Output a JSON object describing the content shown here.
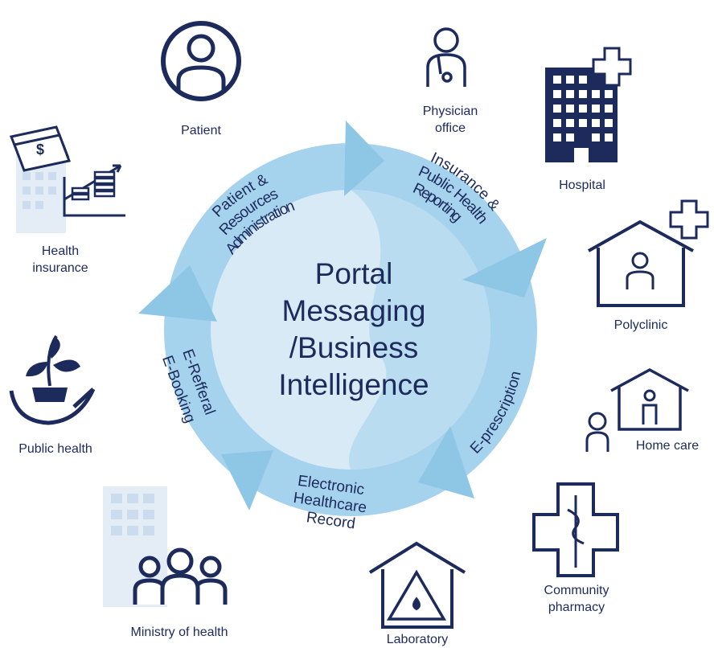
{
  "center": {
    "line1": "Portal",
    "line2": "Messaging",
    "line3": "/Business",
    "line4": "Intelligence"
  },
  "ring_segments": {
    "seg1": [
      "Patient &",
      "Resources",
      "Administration"
    ],
    "seg2": [
      "Insurance &",
      "Public Health",
      "Reporting"
    ],
    "seg3": [
      "E-prescription"
    ],
    "seg4": [
      "Electronic",
      "Healthcare",
      "Record"
    ],
    "seg5": [
      "E-Refferal",
      "E-Booking"
    ]
  },
  "stakeholders": {
    "patient": "Patient",
    "physician": [
      "Physician",
      "office"
    ],
    "hospital": "Hospital",
    "polyclinic": "Polyclinic",
    "home_care": "Home care",
    "pharmacy": [
      "Community",
      "pharmacy"
    ],
    "laboratory": "Laboratory",
    "ministry": "Ministry of health",
    "public_health": "Public health",
    "insurance": [
      "Health",
      "insurance"
    ]
  },
  "icons": [
    "person-icon",
    "physician-icon",
    "hospital-icon",
    "polyclinic-icon",
    "home-care-icon",
    "pharmacy-icon",
    "laboratory-icon",
    "ministry-icon",
    "public-health-icon",
    "health-insurance-icon"
  ],
  "colors": {
    "navy": "#1c2a5c",
    "ring": "#8ec6e6",
    "inner_light": "#d7eaf6",
    "inner_mid": "#b9dcf0",
    "faded": "#d6e4f1"
  }
}
